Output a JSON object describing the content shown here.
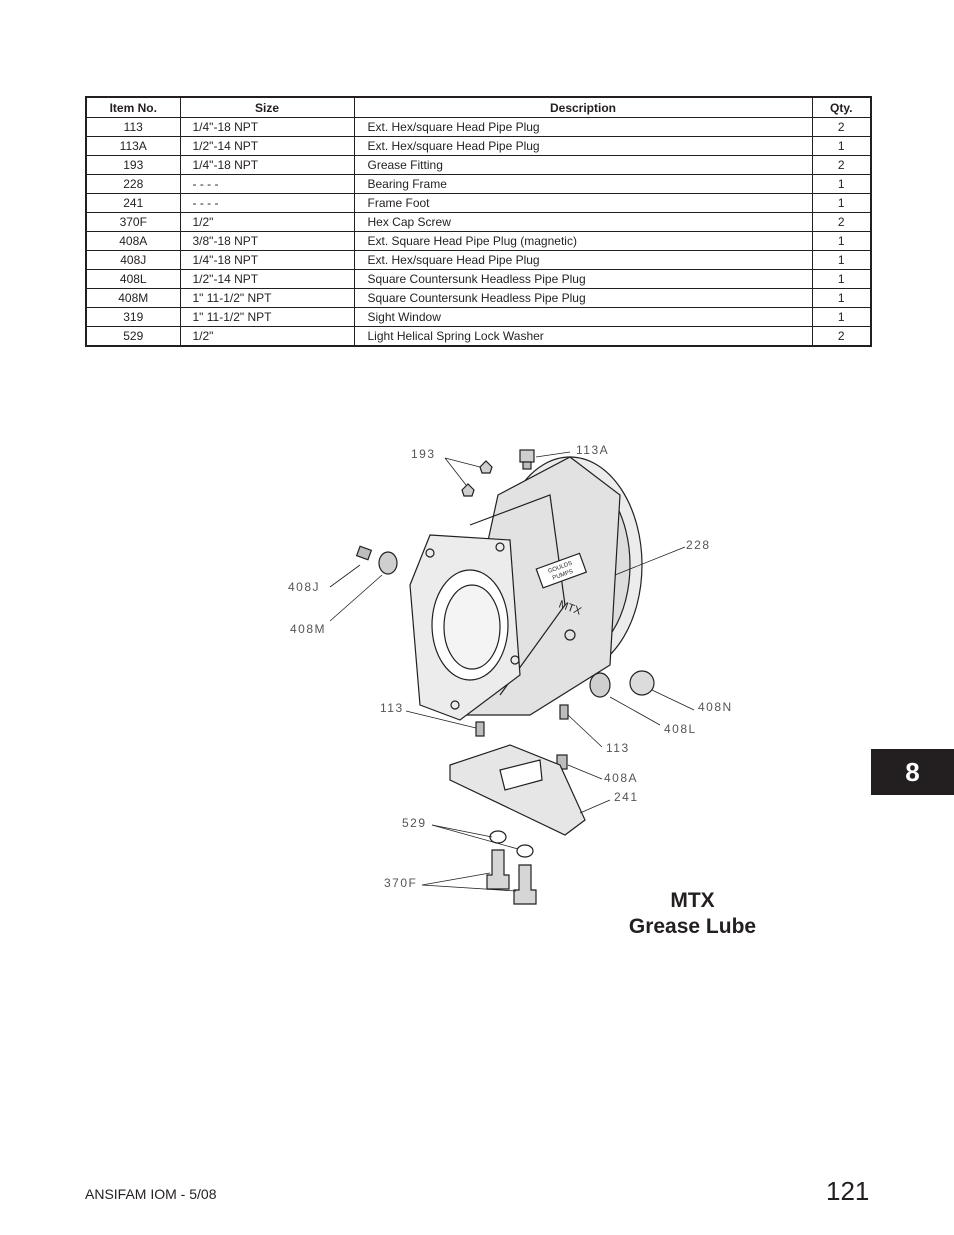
{
  "table": {
    "headers": [
      "Item No.",
      "Size",
      "Description",
      "Qty."
    ],
    "rows": [
      {
        "item": "113",
        "size": "1/4\"-18 NPT",
        "description": "Ext. Hex/square Head Pipe Plug",
        "qty": "2"
      },
      {
        "item": "113A",
        "size": "1/2\"-14 NPT",
        "description": "Ext. Hex/square Head Pipe Plug",
        "qty": "1"
      },
      {
        "item": "193",
        "size": "1/4\"-18 NPT",
        "description": "Grease Fitting",
        "qty": "2"
      },
      {
        "item": "228",
        "size": "- - - -",
        "description": "Bearing Frame",
        "qty": "1"
      },
      {
        "item": "241",
        "size": "- - - -",
        "description": "Frame Foot",
        "qty": "1"
      },
      {
        "item": "370F",
        "size": "1/2\"",
        "description": "Hex Cap Screw",
        "qty": "2"
      },
      {
        "item": "408A",
        "size": "3/8\"-18 NPT",
        "description": "Ext. Square Head Pipe Plug (magnetic)",
        "qty": "1"
      },
      {
        "item": "408J",
        "size": "1/4\"-18 NPT",
        "description": "Ext. Hex/square Head Pipe Plug",
        "qty": "1"
      },
      {
        "item": "408L",
        "size": "1/2\"-14 NPT",
        "description": "Square Countersunk Headless Pipe Plug",
        "qty": "1"
      },
      {
        "item": "408M",
        "size": "1\" 11-1/2\" NPT",
        "description": "Square Countersunk Headless Pipe Plug",
        "qty": "1"
      },
      {
        "item": "319",
        "size": "1\" 11-1/2\" NPT",
        "description": "Sight Window",
        "qty": "1"
      },
      {
        "item": "529",
        "size": "1/2\"",
        "description": "Light Helical Spring Lock Washer",
        "qty": "2"
      }
    ]
  },
  "drawing": {
    "callouts": {
      "c193": "193",
      "c113a": "113A",
      "c228": "228",
      "c408j": "408J",
      "c408m": "408M",
      "c408n": "408N",
      "c408l": "408L",
      "c113_left": "113",
      "c113_right": "113",
      "c408a": "408A",
      "c241": "241",
      "c529": "529",
      "c370f": "370F"
    },
    "nameplate_line1": "GOULDS",
    "nameplate_line2": "PUMPS",
    "frame_marking": "MTX"
  },
  "figure_caption": {
    "line1": "MTX",
    "line2": "Grease Lube"
  },
  "section_tab": "8",
  "footer": {
    "doc_id": "ANSIFAM IOM - 5/08",
    "page_number": "121"
  }
}
